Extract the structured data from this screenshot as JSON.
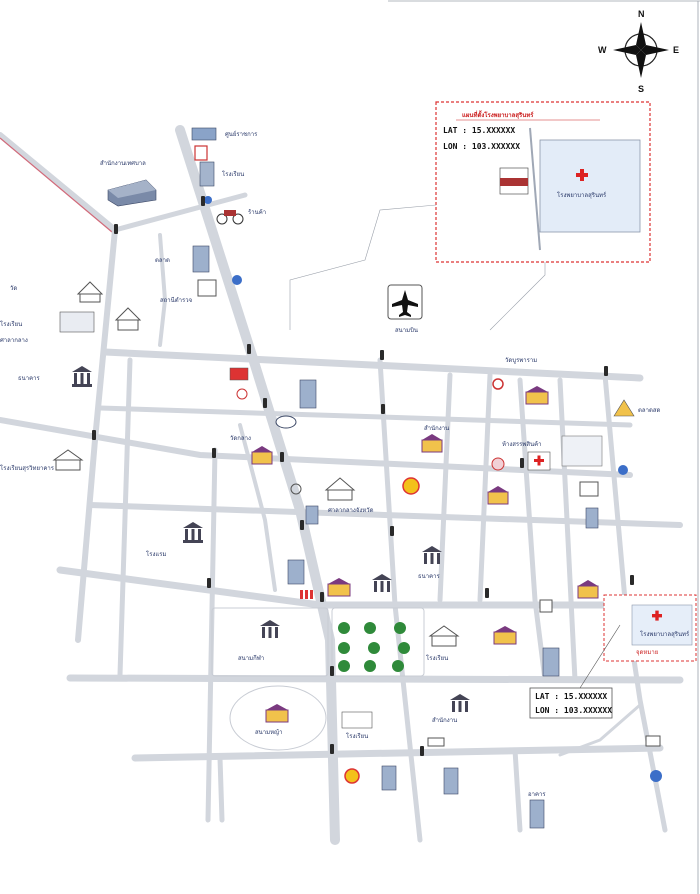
{
  "compass": {
    "north": "N",
    "south": "S",
    "east": "E",
    "west": "W"
  },
  "inset_top": {
    "header": "แผนที่ตั้งโรงพยาบาลสุรินทร์",
    "lat": "LAT : 15.XXXXXX",
    "lon": "LON : 103.XXXXXX",
    "hospital_label": "โรงพยาบาลสุรินทร์"
  },
  "airport_label": "สนามบิน",
  "inset_bottom": {
    "lat": "LAT : 15.XXXXXX",
    "lon": "LON : 103.XXXXXX",
    "hospital_label": "โรงพยาบาลสุรินทร์",
    "sub_label": "จุดหมาย"
  },
  "places": {
    "top_building": "ศูนย์ราชการ",
    "school_top": "โรงเรียน",
    "shop_top": "ร้านค้า",
    "left_office": "สำนักงานเทศบาล",
    "left_temple": "วัด",
    "left_school": "โรงเรียน",
    "left_hall": "ศาลากลาง",
    "left_bank": "ธนาคาร",
    "far_left": "โรงเรียนสุรวิทยาคาร",
    "market": "ตลาด",
    "temple_center": "วัดกลาง",
    "police": "สถานีตำรวจ",
    "park_label": "สนามกีฬา",
    "stadium_label": "สนามหญ้า",
    "hall_center": "ศาลากลางจังหวัด",
    "school_center": "โรงเรียน",
    "office_right": "สำนักงาน",
    "hotel": "โรงแรม",
    "bank_right": "ธนาคาร",
    "school_right": "โรงเรียน",
    "temple_right": "วัดบูรพาราม",
    "dept": "ห้างสรรพสินค้า",
    "school_bottom": "โรงเรียน",
    "office_bottom": "สำนักงาน",
    "right_edge": "ตลาดสด",
    "bottom_right_building": "อาคาร"
  }
}
